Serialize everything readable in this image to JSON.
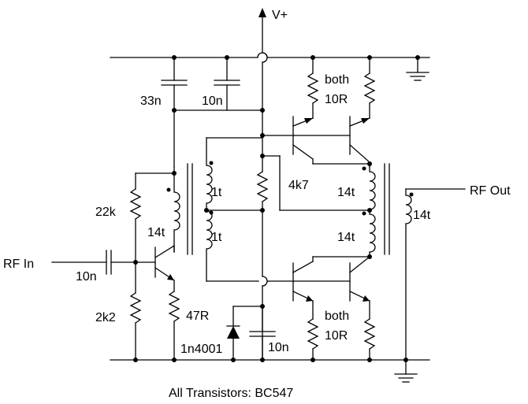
{
  "labels": {
    "vplus": "V+",
    "c_33n": "33n",
    "c_10n_top": "10n",
    "r_both_top": "both",
    "r_10r_top": "10R",
    "r_4k7": "4k7",
    "r_22k": "22k",
    "l_14t_in": "14t",
    "l_1t_a": "1t",
    "l_1t_b": "1t",
    "l_14t_right_a": "14t",
    "l_14t_right_b": "14t",
    "l_14t_out": "14t",
    "rf_out": "RF Out",
    "rf_in": "RF In",
    "c_10n_in": "10n",
    "r_2k2": "2k2",
    "r_47r": "47R",
    "d_1n4001": "1n4001",
    "c_10n_bottom": "10n",
    "r_both_bottom": "both",
    "r_10r_bottom": "10R",
    "footer": "All Transistors: BC547"
  }
}
